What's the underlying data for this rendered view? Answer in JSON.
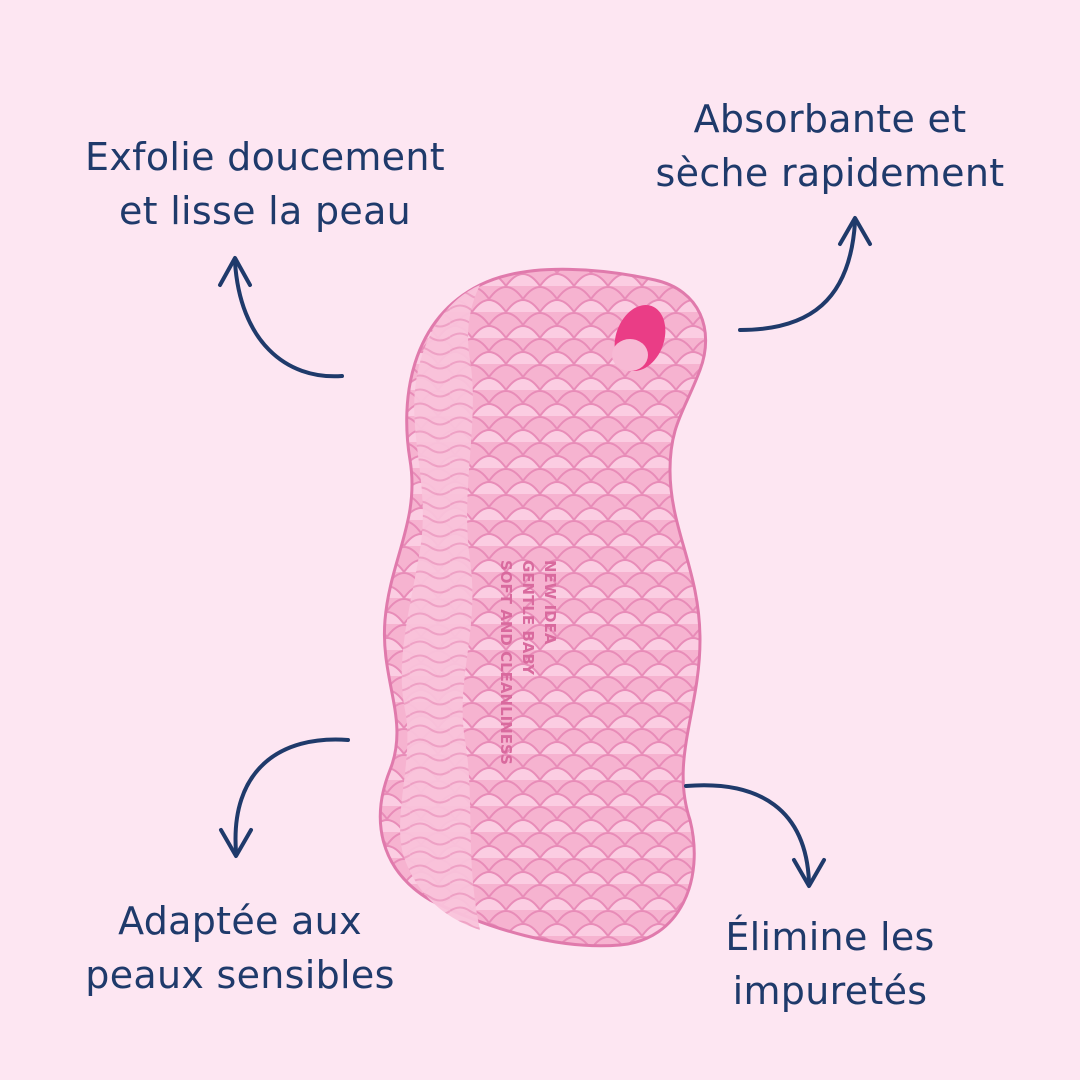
{
  "colors": {
    "background": "#fde6f2",
    "text": "#1f3a6b",
    "arrow": "#1f3a6b",
    "sponge": "#f4a6c8",
    "sponge_light": "#fbc9df",
    "sponge_hole": "#ea3d86"
  },
  "features": {
    "top_left": {
      "line1": "Exfolie doucement",
      "line2": "et lisse la peau"
    },
    "top_right": {
      "line1": "Absorbante et",
      "line2": "sèche rapidement"
    },
    "bottom_left": {
      "line1": "Adaptée aux",
      "line2": "peaux sensibles"
    },
    "bottom_right": {
      "line1": "Élimine les",
      "line2": "impuretés"
    }
  },
  "product": {
    "embossed_text": [
      "NEW IDEA",
      "GENTLE BABY",
      "SOFT AND CLEANLINESS"
    ]
  }
}
